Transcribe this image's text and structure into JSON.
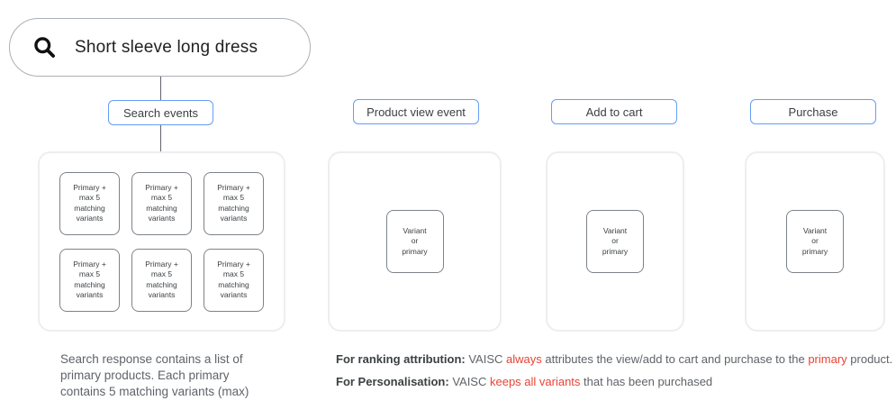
{
  "search_bar": {
    "query": "Short sleeve long dress",
    "icon": "search-icon"
  },
  "event_labels": {
    "search": "Search events",
    "product_view": "Product view event",
    "add_to_cart": "Add to cart",
    "purchase": "Purchase"
  },
  "search_column": {
    "box_label": "Primary +\nmax 5\nmatching\nvariants",
    "box_count": 6,
    "caption": "Search response contains a list of\nprimary products. Each primary\ncontains 5 matching variants (max)"
  },
  "event_columns": {
    "box_label": "Variant\nor\nprimary"
  },
  "notes": {
    "ranking": {
      "label": "For ranking attribution:",
      "part1": " VAISC ",
      "highlight1": "always",
      "part2": " attributes the view/add to cart and purchase to the ",
      "highlight2": "primary",
      "part3": " product."
    },
    "personalisation": {
      "label": "For Personalisation:",
      "part1": " VAISC ",
      "highlight1": "keeps all variants",
      "part2": " that has been purchased"
    }
  },
  "colors": {
    "accent_blue": "#669df6",
    "highlight_red": "#ea4335",
    "container_border": "#eceef0",
    "box_border": "#7d838a",
    "text_dark": "#3c4043",
    "text_gray": "#5f6368"
  }
}
